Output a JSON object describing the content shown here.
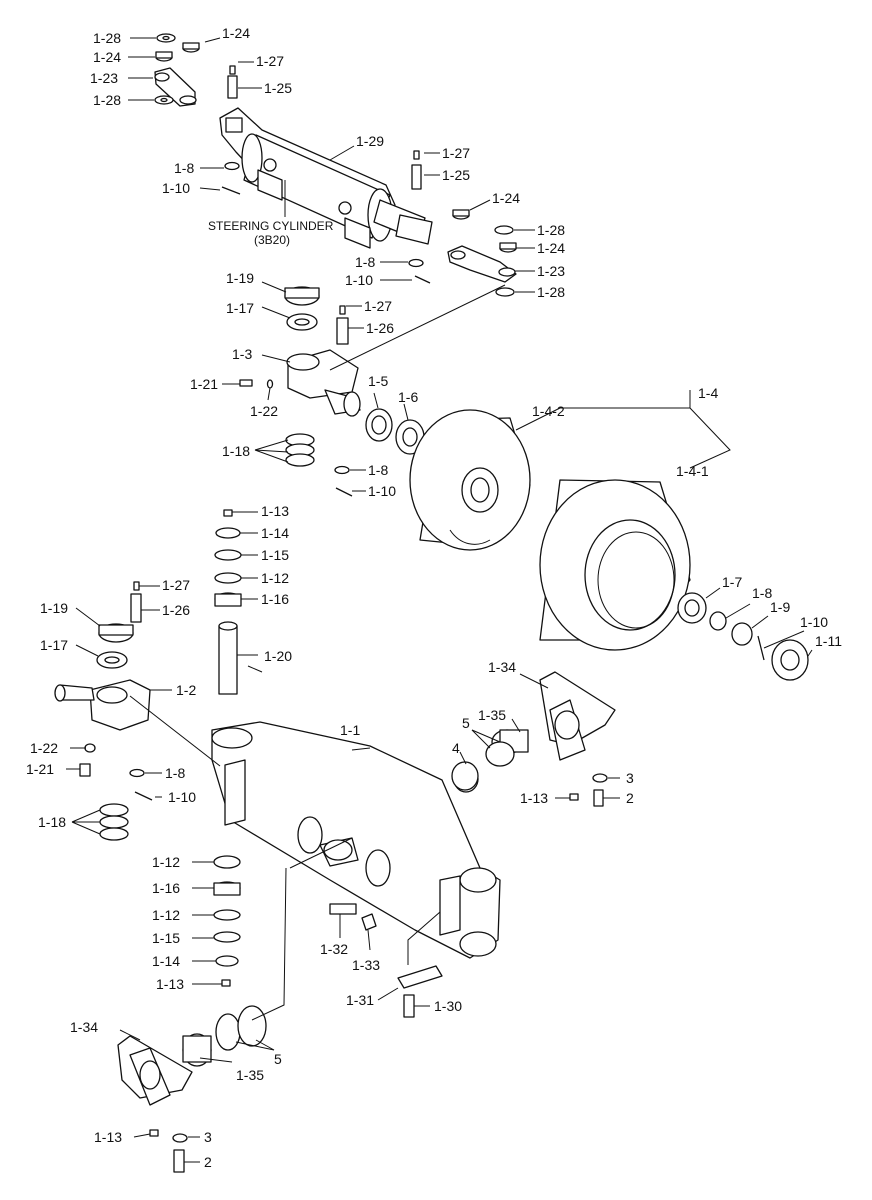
{
  "drawing": {
    "caption_line1": "STEERING CYLINDER",
    "caption_line2": "(3B20)"
  },
  "callouts": [
    {
      "id": "c01",
      "text": "1-28"
    },
    {
      "id": "c02",
      "text": "1-24"
    },
    {
      "id": "c03",
      "text": "1-24"
    },
    {
      "id": "c04",
      "text": "1-27"
    },
    {
      "id": "c05",
      "text": "1-23"
    },
    {
      "id": "c06",
      "text": "1-25"
    },
    {
      "id": "c07",
      "text": "1-28"
    },
    {
      "id": "c08",
      "text": "1-29"
    },
    {
      "id": "c09",
      "text": "1-8"
    },
    {
      "id": "c10",
      "text": "1-27"
    },
    {
      "id": "c11",
      "text": "1-25"
    },
    {
      "id": "c12",
      "text": "1-10"
    },
    {
      "id": "c13",
      "text": "1-24"
    },
    {
      "id": "c14",
      "text": "1-28"
    },
    {
      "id": "c15",
      "text": "1-24"
    },
    {
      "id": "c16",
      "text": "1-8"
    },
    {
      "id": "c17",
      "text": "1-23"
    },
    {
      "id": "c18",
      "text": "1-10"
    },
    {
      "id": "c19",
      "text": "1-28"
    },
    {
      "id": "c20",
      "text": "1-19"
    },
    {
      "id": "c21",
      "text": "1-17"
    },
    {
      "id": "c22",
      "text": "1-27"
    },
    {
      "id": "c23",
      "text": "1-26"
    },
    {
      "id": "c24",
      "text": "1-3"
    },
    {
      "id": "c25",
      "text": "1-4"
    },
    {
      "id": "c26",
      "text": "1-5"
    },
    {
      "id": "c27",
      "text": "1-21"
    },
    {
      "id": "c28",
      "text": "1-4-2"
    },
    {
      "id": "c29",
      "text": "1-6"
    },
    {
      "id": "c30",
      "text": "1-22"
    },
    {
      "id": "c31",
      "text": "1-18"
    },
    {
      "id": "c32",
      "text": "1-4-1"
    },
    {
      "id": "c33",
      "text": "1-8"
    },
    {
      "id": "c34",
      "text": "1-10"
    },
    {
      "id": "c35",
      "text": "1-13"
    },
    {
      "id": "c36",
      "text": "1-14"
    },
    {
      "id": "c37",
      "text": "1-15"
    },
    {
      "id": "c38",
      "text": "1-12"
    },
    {
      "id": "c39",
      "text": "1-7"
    },
    {
      "id": "c40",
      "text": "1-27"
    },
    {
      "id": "c41",
      "text": "1-16"
    },
    {
      "id": "c42",
      "text": "1-8"
    },
    {
      "id": "c43",
      "text": "1-19"
    },
    {
      "id": "c44",
      "text": "1-26"
    },
    {
      "id": "c45",
      "text": "1-9"
    },
    {
      "id": "c46",
      "text": "1-10"
    },
    {
      "id": "c47",
      "text": "1-17"
    },
    {
      "id": "c48",
      "text": "1-11"
    },
    {
      "id": "c49",
      "text": "1-20"
    },
    {
      "id": "c50",
      "text": "1-34"
    },
    {
      "id": "c51",
      "text": "1-2"
    },
    {
      "id": "c52",
      "text": "1-35"
    },
    {
      "id": "c53",
      "text": "1-1"
    },
    {
      "id": "c54",
      "text": "5"
    },
    {
      "id": "c55",
      "text": "1-22"
    },
    {
      "id": "c56",
      "text": "4"
    },
    {
      "id": "c57",
      "text": "1-21"
    },
    {
      "id": "c58",
      "text": "1-8"
    },
    {
      "id": "c59",
      "text": "3"
    },
    {
      "id": "c60",
      "text": "1-10"
    },
    {
      "id": "c61",
      "text": "1-13"
    },
    {
      "id": "c62",
      "text": "2"
    },
    {
      "id": "c63",
      "text": "1-18"
    },
    {
      "id": "c64",
      "text": "1-12"
    },
    {
      "id": "c65",
      "text": "1-16"
    },
    {
      "id": "c66",
      "text": "1-32"
    },
    {
      "id": "c67",
      "text": "1-12"
    },
    {
      "id": "c68",
      "text": "1-33"
    },
    {
      "id": "c69",
      "text": "1-15"
    },
    {
      "id": "c70",
      "text": "1-14"
    },
    {
      "id": "c71",
      "text": "1-13"
    },
    {
      "id": "c72",
      "text": "1-31"
    },
    {
      "id": "c73",
      "text": "1-30"
    },
    {
      "id": "c74",
      "text": "1-34"
    },
    {
      "id": "c75",
      "text": "5"
    },
    {
      "id": "c76",
      "text": "1-35"
    },
    {
      "id": "c77",
      "text": "1-13"
    },
    {
      "id": "c78",
      "text": "3"
    },
    {
      "id": "c79",
      "text": "2"
    }
  ]
}
